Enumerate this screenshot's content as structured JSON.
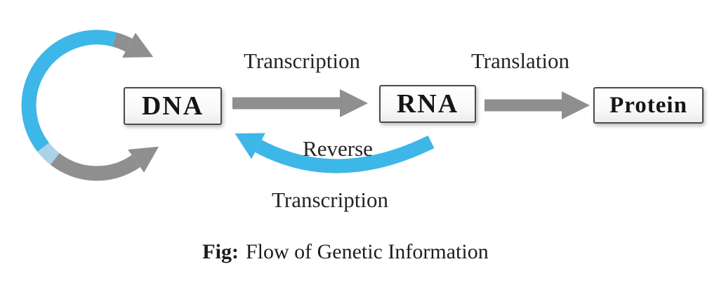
{
  "colors": {
    "arrow_gray": "#8f8f8f",
    "arrow_blue": "#3db6e8",
    "arrow_lightblue": "#a9d3e6",
    "box_border": "#4b4b4b",
    "text": "#1d1d1d"
  },
  "nodes": [
    {
      "id": "dna",
      "label": "DNA"
    },
    {
      "id": "rna",
      "label": "RNA"
    },
    {
      "id": "protein",
      "label": "Protein"
    }
  ],
  "arrows": {
    "transcription": {
      "label": "Transcription",
      "from": "DNA",
      "to": "RNA"
    },
    "translation": {
      "label": "Translation",
      "from": "RNA",
      "to": "Protein"
    },
    "reverse_transcription": {
      "label_line1": "Reverse",
      "label_line2": "Transcription",
      "from": "RNA",
      "to": "DNA"
    },
    "replication_loop": {
      "from": "DNA",
      "to": "DNA"
    }
  },
  "caption": {
    "prefix": "Fig:",
    "text": "Flow of Genetic Information"
  }
}
